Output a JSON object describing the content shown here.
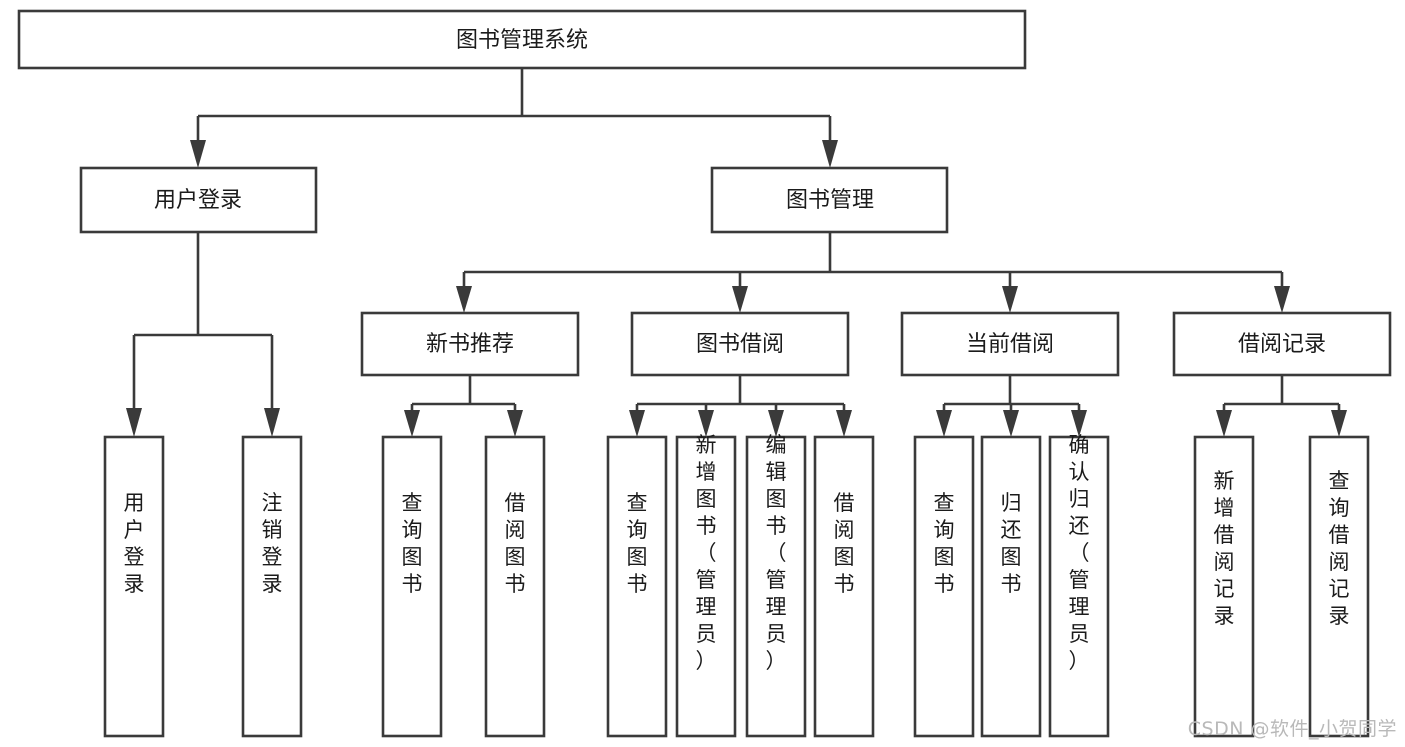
{
  "diagram": {
    "type": "tree-hierarchy",
    "title": "图书管理系统",
    "orientation": "top-down",
    "colors": {
      "box_stroke": "#3a3a3a",
      "box_fill": "#ffffff",
      "edge": "#3a3a3a",
      "text": "#1b1b1b",
      "background": "#ffffff",
      "watermark": "#b9b9b9"
    }
  },
  "root": {
    "label": "图书管理系统"
  },
  "level2": [
    {
      "label": "用户登录"
    },
    {
      "label": "图书管理"
    }
  ],
  "level3": [
    {
      "label": "新书推荐"
    },
    {
      "label": "图书借阅"
    },
    {
      "label": "当前借阅"
    },
    {
      "label": "借阅记录"
    }
  ],
  "leaves": {
    "user_login": [
      {
        "label": "用户登录"
      },
      {
        "label": "注销登录"
      }
    ],
    "new_book_recommend": [
      {
        "label": "查询图书"
      },
      {
        "label": "借阅图书"
      }
    ],
    "book_borrow": [
      {
        "label": "查询图书"
      },
      {
        "label": "新增图书（管理员）"
      },
      {
        "label": "编辑图书（管理员）"
      },
      {
        "label": "借阅图书"
      }
    ],
    "current_borrow": [
      {
        "label": "查询图书"
      },
      {
        "label": "归还图书"
      },
      {
        "label": "确认归还（管理员）"
      }
    ],
    "borrow_record": [
      {
        "label": "新增借阅记录"
      },
      {
        "label": "查询借阅记录"
      }
    ]
  },
  "watermark": {
    "text": "CSDN @软件_小贺同学"
  }
}
